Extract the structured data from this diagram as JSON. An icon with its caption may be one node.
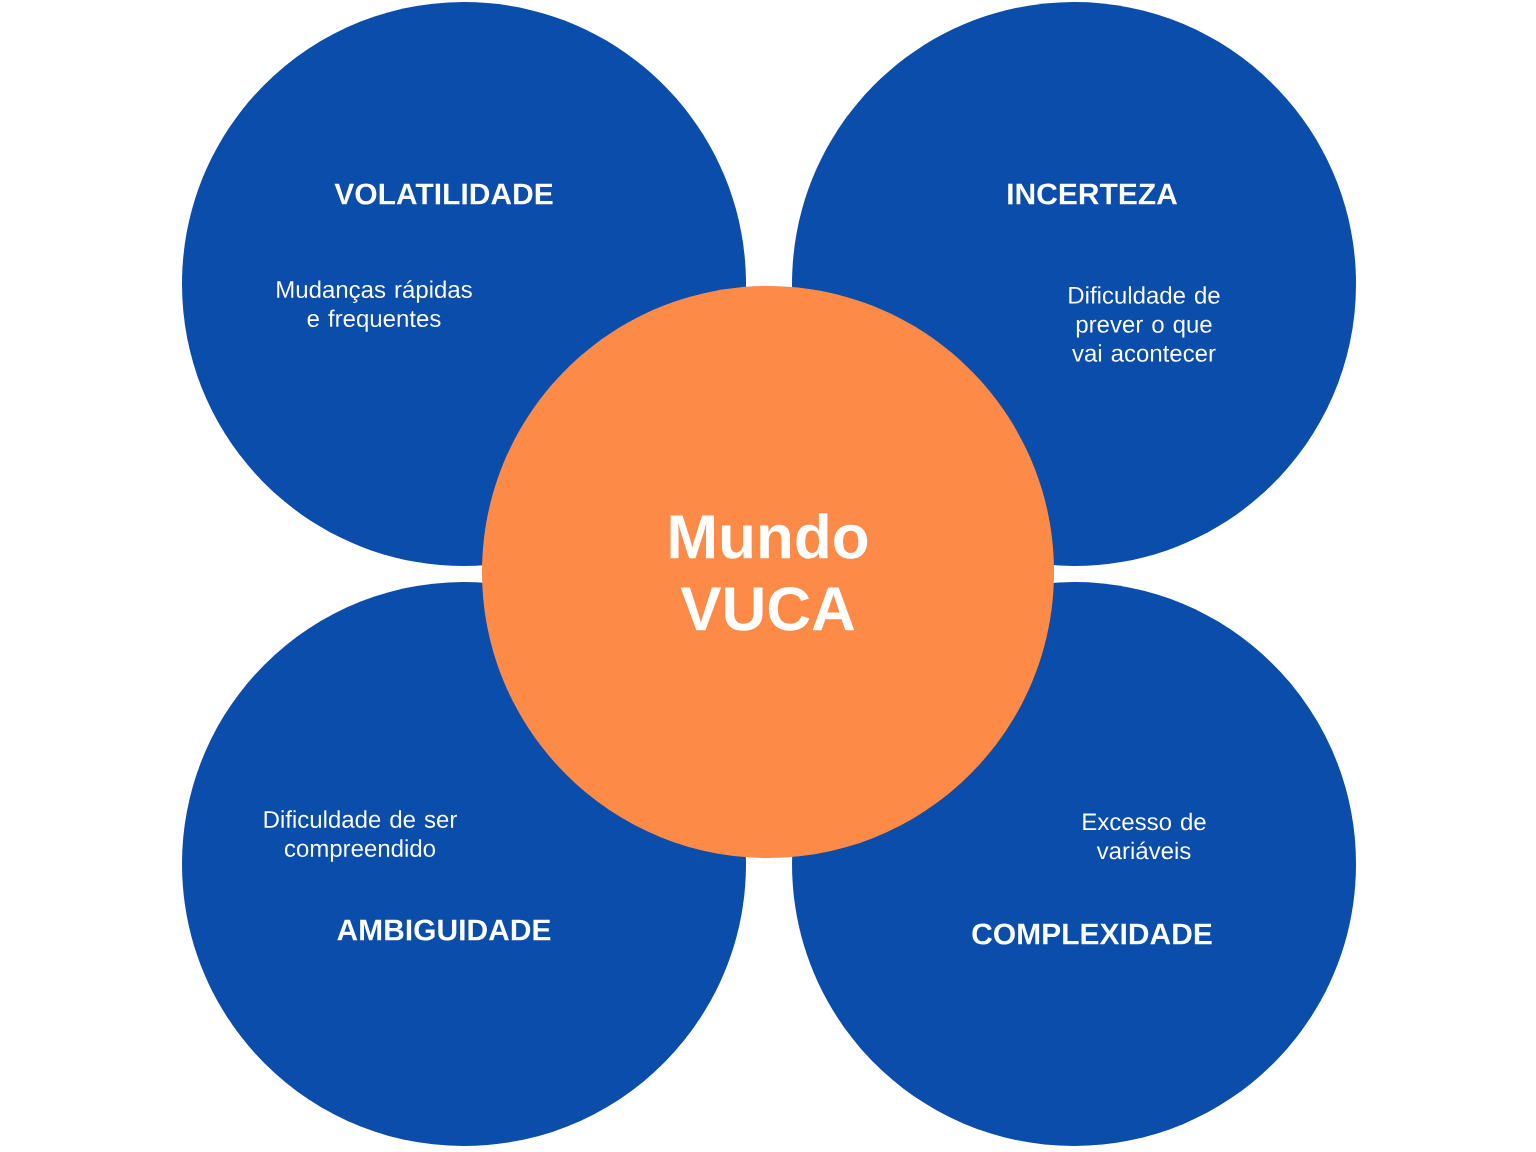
{
  "diagram": {
    "nodes": [
      {
        "text": [
          "VOLATILIDADE",
          "Mudanças rápidas e frequentes"
        ]
      },
      {
        "text": [
          "INCERTEZA",
          "Dificuldade de prever o que vai acontecer"
        ]
      },
      {
        "text": [
          "Mundo VUCA"
        ]
      },
      {
        "text": [
          "Dificuldade de ser compreendido",
          "AMBIGUIDADE"
        ]
      },
      {
        "text": [
          "Excesso de variáveis",
          "COMPLEXIDADE"
        ]
      }
    ]
  }
}
